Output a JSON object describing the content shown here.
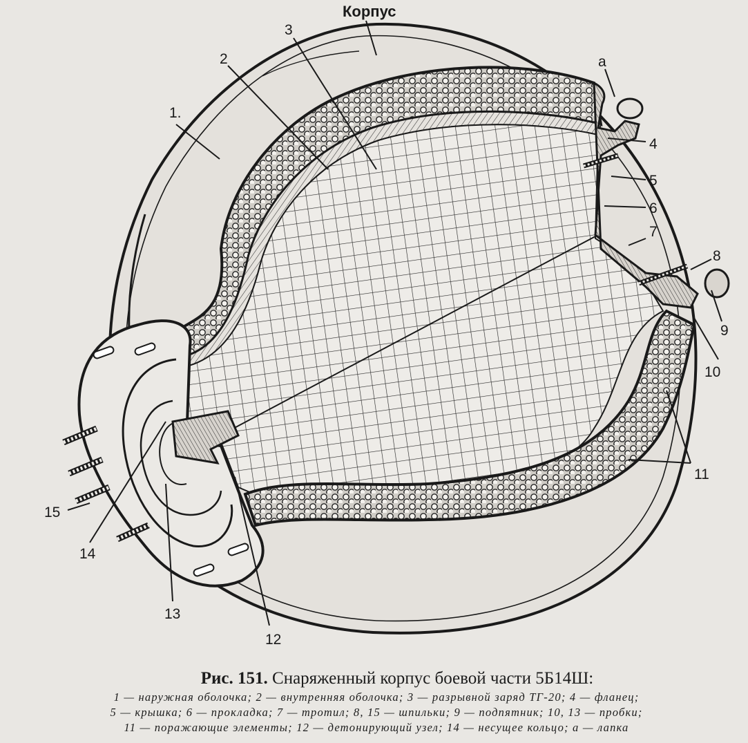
{
  "figure": {
    "labels": {
      "korpus": "Корпус",
      "n1": "1.",
      "n2": "2",
      "n3": "3",
      "na": "a",
      "n4": "4",
      "n5": "5",
      "n6": "6",
      "n7": "7",
      "n8": "8",
      "n9": "9",
      "n10": "10",
      "n11": "11",
      "n12": "12",
      "n13": "13",
      "n14": "14",
      "n15": "15"
    }
  },
  "caption": {
    "number": "Рис. 151.",
    "title": "Снаряженный корпус боевой части 5Б14Ш:",
    "legend": [
      "1 — наружная оболочка; 2 — внутренняя оболочка; 3 — разрывной заряд ТГ-20; 4 — фланец;",
      "5 — крышка; 6 — прокладка; 7 — тротил; 8, 15 — шпильки; 9 — подпятник; 10, 13 — пробки;",
      "11 — поражающие элементы; 12 — детонирующий узел; 14 — несущее кольцо; а — лапка"
    ]
  }
}
